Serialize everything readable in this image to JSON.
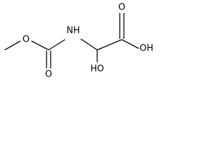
{
  "molecule": {
    "atoms": {
      "ester_o": "O",
      "carbamate_carbonyl_o": "O",
      "amide_nh": "NH",
      "acid_carbonyl_o": "O",
      "acid_oh": "OH",
      "hydroxyl_oh": "HO"
    }
  }
}
